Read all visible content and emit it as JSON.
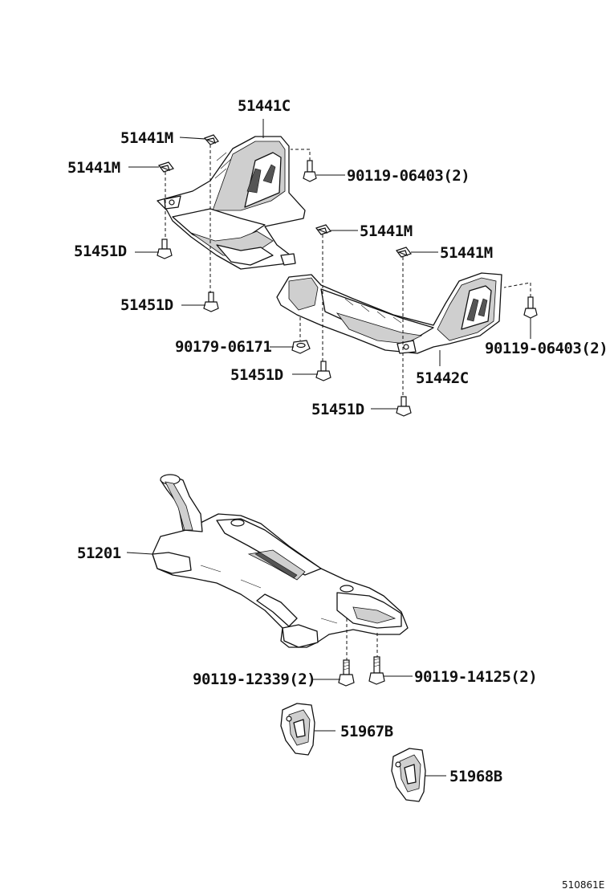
{
  "labels": {
    "l1": "51441C",
    "l2": "51441M",
    "l3": "51441M",
    "l4": "90119-06403(2)",
    "l5": "51441M",
    "l6": "51441M",
    "l7": "51451D",
    "l8": "51451D",
    "l9": "90179-06171",
    "l10": "90119-06403(2)",
    "l11": "51451D",
    "l12": "51442C",
    "l13": "51451D",
    "l14": "51201",
    "l15": "90119-12339(2)",
    "l16": "90119-14125(2)",
    "l17": "51967B",
    "l18": "51968B"
  },
  "diagram_code": "510861E"
}
